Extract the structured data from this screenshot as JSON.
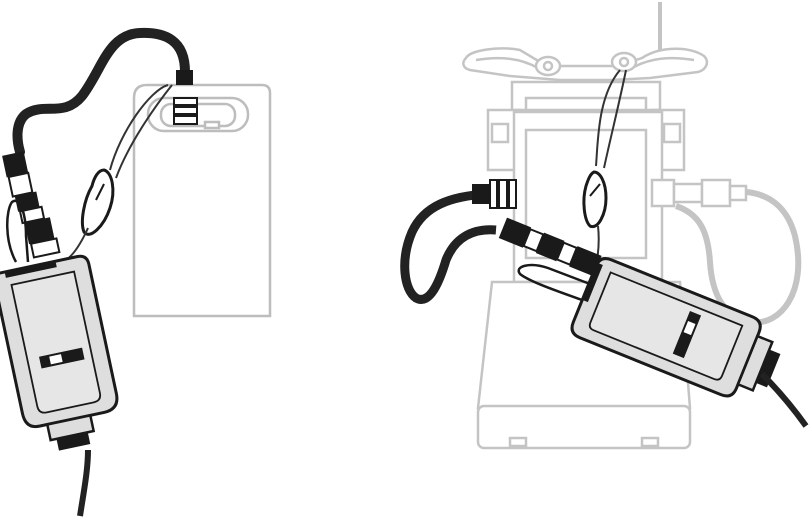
{
  "figure": {
    "panels": [
      {
        "id": "left",
        "subject": "battery-pack"
      },
      {
        "id": "right",
        "subject": "backpack-frame"
      }
    ]
  }
}
